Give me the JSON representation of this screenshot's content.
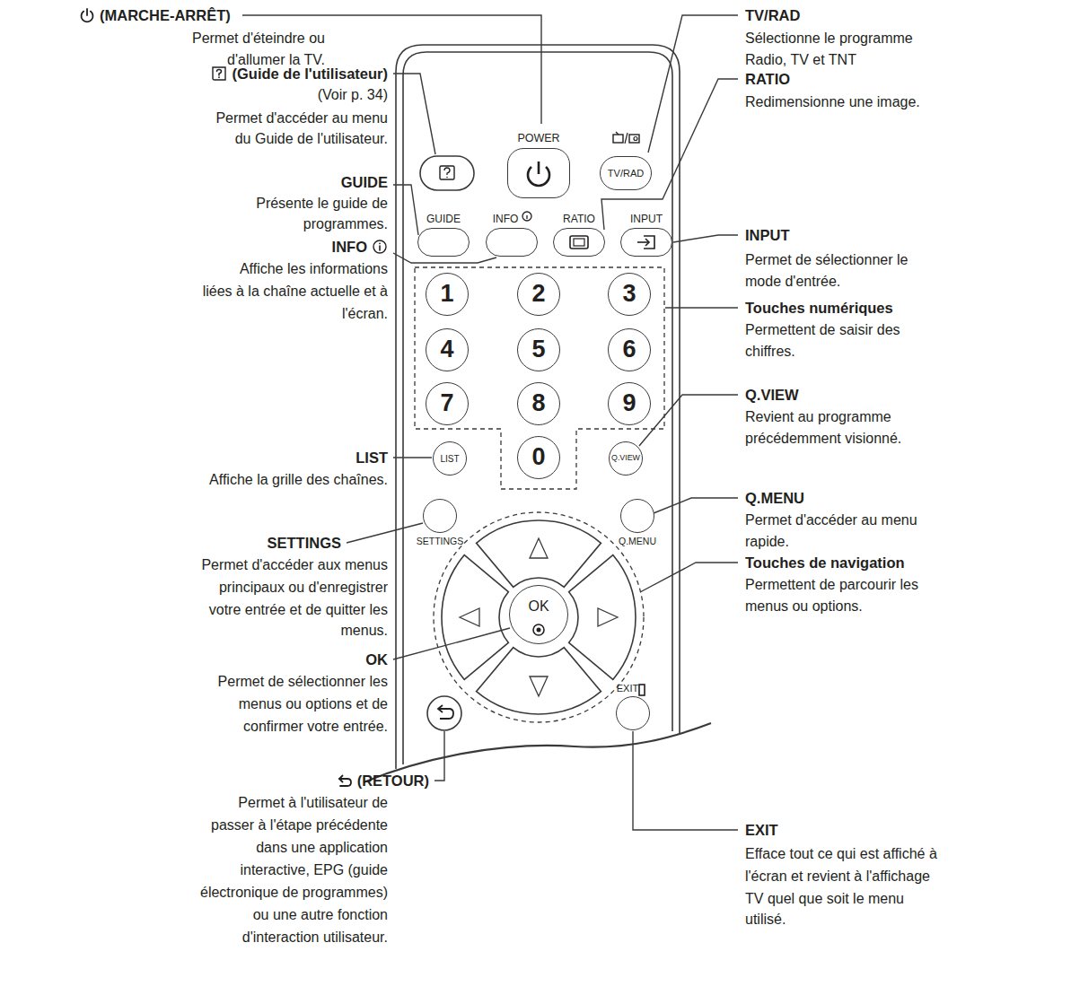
{
  "diagram": {
    "nodes": [
      {
        "text": [
          "POWER"
        ]
      },
      {
        "text": [
          "TV/RAD"
        ]
      },
      {
        "text": [
          "GUIDE"
        ]
      },
      {
        "text": [
          "INFO"
        ]
      },
      {
        "text": [
          "RATIO"
        ]
      },
      {
        "text": [
          "INPUT"
        ]
      },
      {
        "text": [
          "1"
        ]
      },
      {
        "text": [
          "2"
        ]
      },
      {
        "text": [
          "3"
        ]
      },
      {
        "text": [
          "4"
        ]
      },
      {
        "text": [
          "5"
        ]
      },
      {
        "text": [
          "6"
        ]
      },
      {
        "text": [
          "7"
        ]
      },
      {
        "text": [
          "8"
        ]
      },
      {
        "text": [
          "9"
        ]
      },
      {
        "text": [
          "LIST"
        ]
      },
      {
        "text": [
          "0"
        ]
      },
      {
        "text": [
          "Q.VIEW"
        ]
      },
      {
        "text": [
          "SETTINGS"
        ]
      },
      {
        "text": [
          "Q.MENU"
        ]
      },
      {
        "text": [
          "OK"
        ]
      },
      {
        "text": [
          "EXIT"
        ]
      }
    ],
    "labels": [
      "(MARCHE-ARRÊT)",
      "Permet d'éteindre ou",
      "d'allumer la TV.",
      "(Guide de l'utilisateur)",
      "(Voir p. 34)",
      "Permet d'accéder au menu",
      "du Guide de l'utilisateur.",
      "GUIDE",
      "Présente le guide de",
      "programmes.",
      "INFO",
      "Affiche les informations",
      "liées à la chaîne actuelle et à",
      "l'écran.",
      "LIST",
      "Affiche la grille des chaînes.",
      "SETTINGS",
      "Permet d'accéder aux menus",
      "principaux ou d'enregistrer",
      "votre entrée et de quitter les",
      "menus.",
      "OK",
      "Permet de sélectionner les",
      "menus ou options et de",
      "confirmer votre entrée.",
      "(RETOUR)",
      "Permet à l'utilisateur de",
      "passer à l'étape précédente",
      "dans une application",
      "interactive, EPG (guide",
      "électronique de programmes)",
      "ou une autre fonction",
      "d'interaction utilisateur.",
      "TV/RAD",
      "Sélectionne le programme",
      "Radio, TV et TNT",
      "RATIO",
      "Redimensionne une image.",
      "INPUT",
      "Permet de sélectionner le",
      "mode d'entrée.",
      "Touches numériques",
      "Permettent de saisir des",
      "chiffres.",
      "Q.VIEW",
      "Revient au programme",
      "précédemment visionné.",
      "Q.MENU",
      "Permet d'accéder au menu",
      "rapide.",
      "Touches de navigation",
      "Permettent de parcourir les",
      "menus ou options.",
      "EXIT",
      "Efface tout ce qui est affiché à",
      "l'écran et revient à l'affichage",
      "TV quel que soit le menu",
      "utilisé."
    ]
  }
}
